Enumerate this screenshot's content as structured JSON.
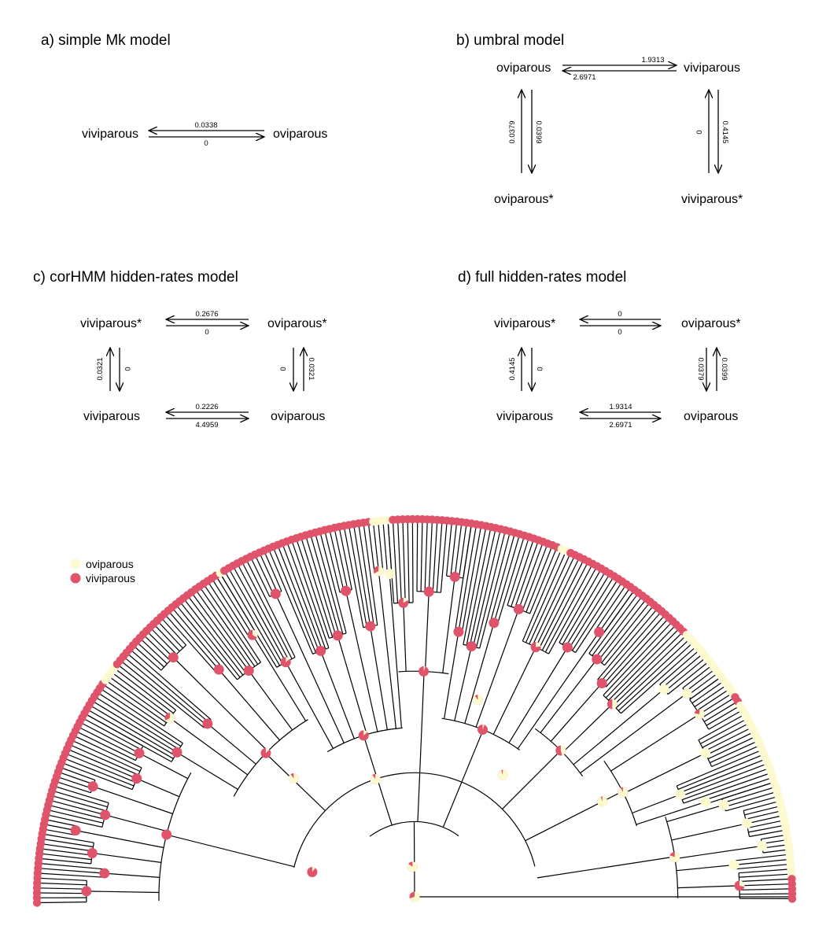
{
  "colors": {
    "oviparous": "#fdfad0",
    "viviparous": "#df536b",
    "line": "#000000"
  },
  "panels": {
    "a": {
      "title": "a) simple Mk model",
      "state_left": "viviparous",
      "state_right": "oviparous",
      "rate_top": "0.0338",
      "rate_bottom": "0"
    },
    "b": {
      "title": "b) umbral model",
      "tl": "oviparous",
      "tr": "viviparous",
      "bl": "oviparous*",
      "br": "viviparous*",
      "top_upper": "1.9313",
      "top_lower": "2.6971",
      "left_a": "0.0379",
      "left_b": "0.0399",
      "right_a": "0",
      "right_b": "0.4145"
    },
    "c": {
      "title": "c) corHMM hidden-rates model",
      "tl": "viviparous*",
      "tr": "oviparous*",
      "bl": "viviparous",
      "br": "oviparous",
      "top_upper": "0.2676",
      "top_lower": "0",
      "bot_upper": "0.2226",
      "bot_lower": "4.4959",
      "left_a": "0.0321",
      "left_b": "0",
      "right_a": "0",
      "right_b": "0.0321"
    },
    "d": {
      "title": "d) full hidden-rates model",
      "tl": "viviparous*",
      "tr": "oviparous*",
      "bl": "viviparous",
      "br": "oviparous",
      "top_upper": "0",
      "top_lower": "0",
      "bot_upper": "1.9314",
      "bot_lower": "2.6971",
      "left_a": "0.4145",
      "left_b": "0",
      "right_a": "0.0379",
      "right_b": "0.0399"
    }
  },
  "legend": {
    "oviparous": "oviparous",
    "viviparous": "viviparous"
  },
  "tree": {
    "type": "semicircular phylogeny",
    "tip_states": "VVVVVVVVVVVVVVVVVVVVVVVVVVVVVVVVVVVVVVVVVVVVVVVVOOOOVVVVVVVVVVVVVVVVVVVVVVVVVVVVOVVVVVVVVVVVVVVVVVVVVVVVVVVVVVVVVOOOOVVVVVVVVVVVVVVVVVVVVVVVVVVVVVVVVVVVOOVVVVVVVVVVVVVVVVVVVVVVVVVVVVVOOOOOOOOOOOOOOOOVVOOOOOOOOOOOOOOOOOOOOOOOOOOOOOOOOOOOOOVVVVV",
    "clades": [
      {
        "a0": 0.0,
        "a1": 0.165,
        "d": 0.68
      },
      {
        "a0": 0.165,
        "a1": 0.33,
        "d": 0.55
      },
      {
        "a0": 0.33,
        "a1": 0.48,
        "d": 0.45
      },
      {
        "a0": 0.48,
        "a1": 0.55,
        "d": 0.6
      },
      {
        "a0": 0.55,
        "a1": 0.7,
        "d": 0.48
      },
      {
        "a0": 0.7,
        "a1": 0.8,
        "d": 0.55
      },
      {
        "a0": 0.8,
        "a1": 0.9,
        "d": 0.62
      },
      {
        "a0": 0.9,
        "a1": 1.0,
        "d": 0.7
      }
    ],
    "internal_nodes": [
      {
        "angle": 0.5,
        "r": 0.0,
        "p_ovi": 0.7
      },
      {
        "angle": 0.48,
        "r": 0.08,
        "p_ovi": 0.85
      },
      {
        "angle": 0.08,
        "r": 0.28,
        "p_ovi": 0.1
      },
      {
        "angle": 0.4,
        "r": 0.33,
        "p_ovi": 0.9
      },
      {
        "angle": 0.7,
        "r": 0.4,
        "p_ovi": 0.95
      },
      {
        "angle": 0.25,
        "r": 0.45,
        "p_ovi": 0.9
      },
      {
        "angle": 0.6,
        "r": 0.55,
        "p_ovi": 0.9
      },
      {
        "angle": 0.85,
        "r": 0.56,
        "p_ovi": 0.95
      }
    ]
  }
}
